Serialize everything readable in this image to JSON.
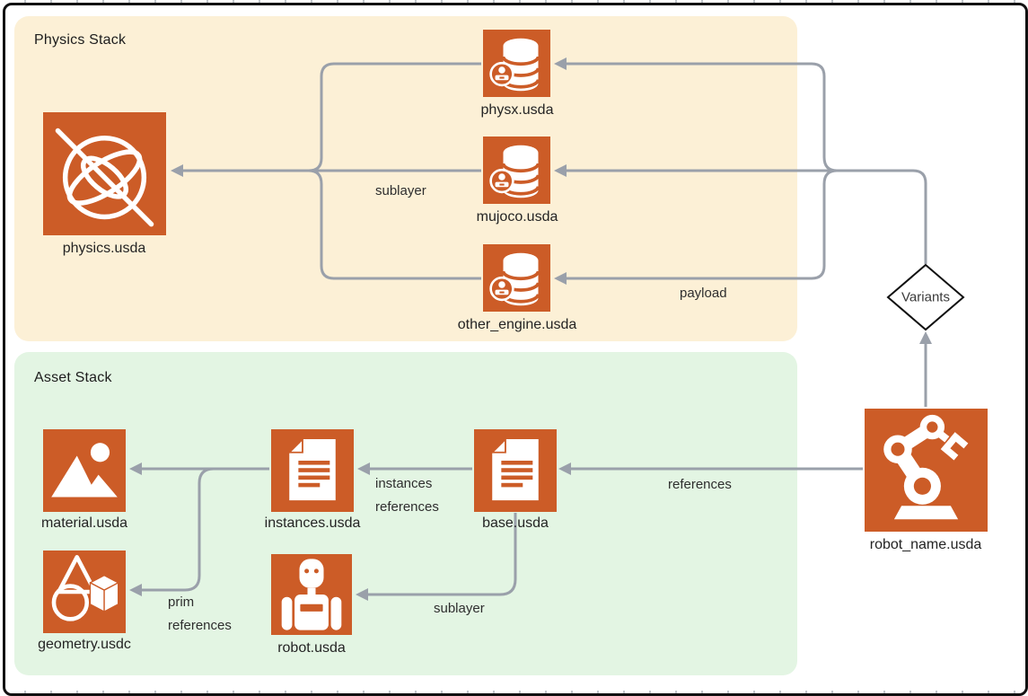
{
  "regions": {
    "physics": {
      "title": "Physics Stack"
    },
    "asset": {
      "title": "Asset Stack"
    }
  },
  "nodes": {
    "physics": {
      "label": "physics.usda",
      "icon": "physics-engine-icon"
    },
    "physx": {
      "label": "physx.usda",
      "icon": "database-user-icon"
    },
    "mujoco": {
      "label": "mujoco.usda",
      "icon": "database-user-icon"
    },
    "other_engine": {
      "label": "other_engine.usda",
      "icon": "database-user-icon"
    },
    "material": {
      "label": "material.usda",
      "icon": "image-icon"
    },
    "instances": {
      "label": "instances.usda",
      "icon": "document-icon"
    },
    "base": {
      "label": "base.usda",
      "icon": "document-icon"
    },
    "geometry": {
      "label": "geometry.usdc",
      "icon": "shapes-icon"
    },
    "robot": {
      "label": "robot.usda",
      "icon": "humanoid-robot-icon"
    },
    "robot_name": {
      "label": "robot_name.usda",
      "icon": "robot-arm-icon"
    },
    "variants": {
      "label": "Variants",
      "icon": "diamond-shape"
    }
  },
  "edges": {
    "sublayer_physics": {
      "label": "sublayer"
    },
    "payload": {
      "label": "payload"
    },
    "references": {
      "label": "references"
    },
    "instances_references": {
      "line1": "instances",
      "line2": "references"
    },
    "prim_references": {
      "line1": "prim",
      "line2": "references"
    },
    "sublayer_asset": {
      "label": "sublayer"
    }
  },
  "colors": {
    "node_orange": "#CC5C27",
    "physics_region_bg": "#FCF0D6",
    "asset_region_bg": "#E3F5E3",
    "connector_gray": "#9AA0AA",
    "frame_black": "#111111",
    "text_dark": "#242424"
  }
}
